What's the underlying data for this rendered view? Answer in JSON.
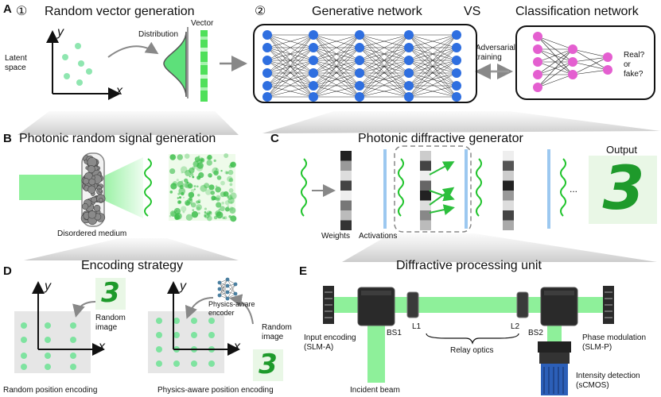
{
  "panelA": {
    "letter": "A",
    "step1": "①",
    "step1_title": "Random vector generation",
    "step2": "②",
    "step2_title": "Generative network",
    "vs": "VS",
    "classifier_title": "Classification network",
    "latent_label": "Latent space",
    "distribution_label": "Distribution",
    "vector_label": "Vector",
    "axis_x": "x",
    "axis_y": "y",
    "adversarial_label": "Adversarial training",
    "output_label": "Real? or fake?"
  },
  "panelB": {
    "letter": "B",
    "title": "Photonic random signal generation",
    "medium_label": "Disordered medium"
  },
  "panelC": {
    "letter": "C",
    "title": "Photonic diffractive generator",
    "output_label": "Output",
    "weights_label": "Weights",
    "activations_label": "Activations",
    "ellipsis": "...",
    "output_digit": "3"
  },
  "panelD": {
    "letter": "D",
    "title": "Encoding strategy",
    "random_image_label": "Random image",
    "random_image_label2": "Random image",
    "physics_encoder_label": "Physics-aware encoder",
    "caption_left": "Random position encoding",
    "caption_right": "Physics-aware position encoding",
    "axis_x": "x",
    "axis_y": "y",
    "digit": "3"
  },
  "panelE": {
    "letter": "E",
    "title": "Diffractive processing unit",
    "input_label": "Input encoding (SLM-A)",
    "bs1": "BS1",
    "l1": "L1",
    "l2": "L2",
    "bs2": "BS2",
    "relay_label": "Relay optics",
    "phase_label": "Phase modulation (SLM-P)",
    "incident_label": "Incident beam",
    "detection_label": "Intensity detection (sCMOS)"
  },
  "colors": {
    "node_blue": "#2f6fe0",
    "node_pink": "#e45fd0",
    "beam_green": "#8ef09a",
    "dot_green": "#7fe3a0",
    "slm_blue": "#9cc8f0"
  }
}
